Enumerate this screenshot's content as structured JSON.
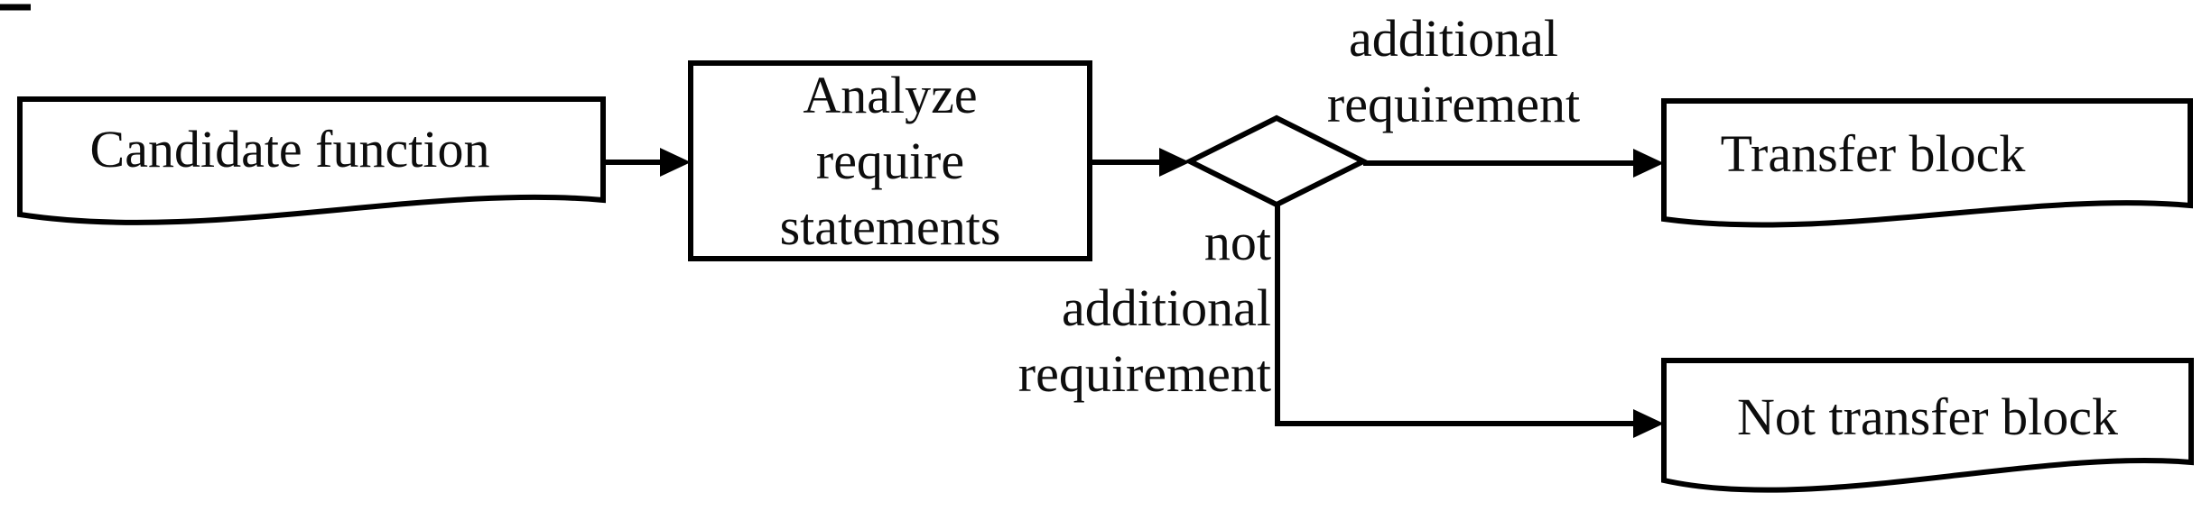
{
  "diagram": {
    "type": "flowchart",
    "background_color": "#ffffff",
    "stroke_color": "#000000",
    "text_color": "#0d0d0d",
    "nodes": {
      "candidate": {
        "shape": "document",
        "label": "Candidate function"
      },
      "analyze": {
        "shape": "process",
        "label": "Analyze require statements",
        "lines": {
          "1": "Analyze",
          "2": "require",
          "3": "statements"
        }
      },
      "decision": {
        "shape": "decision",
        "label": ""
      },
      "transfer": {
        "shape": "document",
        "label": "Transfer block"
      },
      "not_transfer": {
        "shape": "document",
        "label": "Not transfer block"
      }
    },
    "edges": {
      "candidate_to_analyze": {
        "from": "candidate",
        "to": "analyze",
        "label": ""
      },
      "analyze_to_decision": {
        "from": "analyze",
        "to": "decision",
        "label": ""
      },
      "decision_to_transfer": {
        "from": "decision",
        "to": "transfer",
        "label": "additional requirement",
        "lines": {
          "1": "additional",
          "2": "requirement"
        }
      },
      "decision_to_not_transfer": {
        "from": "decision",
        "to": "not_transfer",
        "label": "not additional requirement",
        "lines": {
          "1": "not",
          "2": "additional",
          "3": "requirement"
        }
      }
    }
  }
}
